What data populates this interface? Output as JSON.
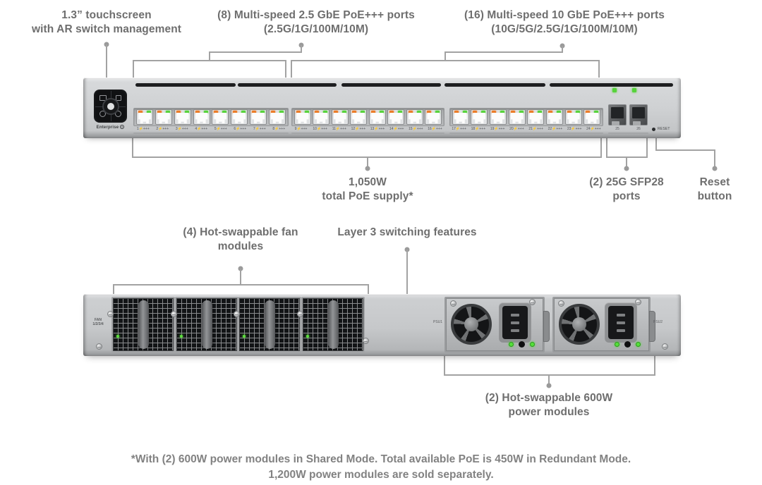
{
  "callouts": {
    "touchscreen": {
      "line1": "1.3” touchscreen",
      "line2": "with AR switch management"
    },
    "ports_25gbe": {
      "line1": "(8) Multi-speed 2.5 GbE PoE+++ ports",
      "line2": "(2.5G/1G/100M/10M)"
    },
    "ports_10gbe": {
      "line1": "(16) Multi-speed 10 GbE PoE+++ ports",
      "line2": "(10G/5G/2.5G/1G/100M/10M)"
    },
    "poe_supply": {
      "line1": "1,050W",
      "line2": "total PoE supply*"
    },
    "sfp28": {
      "line1": "(2) 25G SFP28",
      "line2": "ports"
    },
    "reset": {
      "line1": "Reset",
      "line2": "button"
    },
    "fans": {
      "line1": "(4) Hot-swappable fan",
      "line2": "modules"
    },
    "layer3": {
      "line1": "Layer 3 switching features"
    },
    "psu": {
      "line1": "(2) Hot-swappable 600W",
      "line2": "power modules"
    }
  },
  "front_panel": {
    "brand": "Enterprise",
    "rj45_ports": [
      1,
      2,
      3,
      4,
      5,
      6,
      7,
      8,
      9,
      10,
      11,
      12,
      13,
      14,
      15,
      16,
      17,
      18,
      19,
      20,
      21,
      22,
      23,
      24
    ],
    "port_poe_suffix": "⚡+++",
    "sfp_ports": [
      "25",
      "26"
    ],
    "reset_label": "RESET"
  },
  "rear_panel": {
    "fan_bay_label": {
      "line1": "FAN",
      "line2": "1/2/3/4"
    },
    "psu_labels": [
      "PSU1",
      "PSU2"
    ]
  },
  "footnote": {
    "line1": "*With (2) 600W power modules in Shared Mode. Total available PoE is 450W in Redundant Mode.",
    "line2": "1,200W power modules are sold separately."
  },
  "colors": {
    "label_text": "#6e6e6e",
    "leader_line": "#a2a2a2",
    "led_green": "#57d33b",
    "led_orange": "#ec7c28",
    "chassis_silver": "#cfd1d3"
  }
}
